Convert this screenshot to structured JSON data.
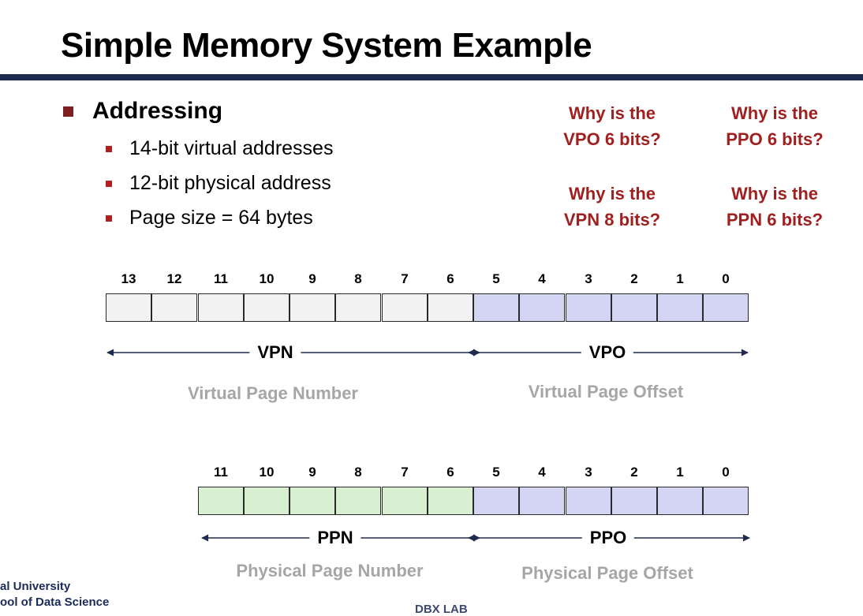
{
  "slide": {
    "title": "Simple Memory System Example",
    "main_bullet": "Addressing",
    "sub_bullets": [
      "14-bit virtual addresses",
      "12-bit physical address",
      "Page size = 64 bytes"
    ],
    "questions": [
      {
        "line1": "Why is the",
        "line2": "VPO 6 bits?"
      },
      {
        "line1": "Why is the",
        "line2": "PPO 6 bits?"
      },
      {
        "line1": "Why is the",
        "line2": "VPN 8 bits?"
      },
      {
        "line1": "Why is the",
        "line2": "PPN 6 bits?"
      }
    ]
  },
  "virtual_address": {
    "bits": [
      "13",
      "12",
      "11",
      "10",
      "9",
      "8",
      "7",
      "6",
      "5",
      "4",
      "3",
      "2",
      "1",
      "0"
    ],
    "vpn_label": "VPN",
    "vpo_label": "VPO",
    "vpn_desc": "Virtual Page Number",
    "vpo_desc": "Virtual Page Offset"
  },
  "physical_address": {
    "bits": [
      "11",
      "10",
      "9",
      "8",
      "7",
      "6",
      "5",
      "4",
      "3",
      "2",
      "1",
      "0"
    ],
    "ppn_label": "PPN",
    "ppo_label": "PPO",
    "ppn_desc": "Physical Page Number",
    "ppo_desc": "Physical Page Offset"
  },
  "footer": {
    "line1": "al University",
    "line2": "ool of Data Science",
    "lab": "DBX LAB"
  },
  "colors": {
    "title_rule": "#1f2a4f",
    "question_red": "#a02020",
    "vpn_cell": "#f2f2f2",
    "offset_cell": "#d4d4f3",
    "ppn_cell": "#d8efd2",
    "desc_gray": "#a6a6a6"
  }
}
